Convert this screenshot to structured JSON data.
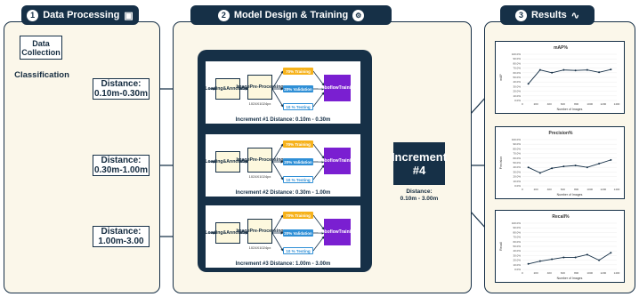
{
  "sections": {
    "data_processing": {
      "number": "1",
      "title": "Data Processing",
      "icon": "camera-icon"
    },
    "model": {
      "number": "2",
      "title": "Model Design & Training",
      "icon": "roboflow-icon"
    },
    "results": {
      "number": "3",
      "title": "Results",
      "icon": "chart-icon"
    }
  },
  "data_collection": {
    "line1": "Data",
    "line2": "Collection"
  },
  "classification": "Classification",
  "distances": [
    {
      "line1": "Distance:",
      "line2": "0.10m-0.30m"
    },
    {
      "line1": "Distance:",
      "line2": "0.30m-1.00m"
    },
    {
      "line1": "Distance:",
      "line2": "1.00m-3.00"
    }
  ],
  "increments": [
    {
      "loading": [
        "Loading",
        "&",
        "Annotation"
      ],
      "preproc": [
        "Image",
        "Pre-",
        "Processing"
      ],
      "resolution": "1024X1024px",
      "train": "70% Training",
      "valid": "20% Validation",
      "test": "10 % Testing",
      "robo": [
        "Roboflow",
        "Training"
      ],
      "caption": "Increment #1 Distance: 0.10m - 0.30m"
    },
    {
      "loading": [
        "Loading",
        "&",
        "Annotation"
      ],
      "preproc": [
        "Image",
        "Pre-",
        "Processing"
      ],
      "resolution": "1024X1024px",
      "train": "70% Training",
      "valid": "20% Validation",
      "test": "10 % Testing",
      "robo": [
        "Roboflow",
        "Training"
      ],
      "caption": "Increment #2 Distance: 0.30m - 1.00m"
    },
    {
      "loading": [
        "Loading",
        "&",
        "Annotation"
      ],
      "preproc": [
        "Image",
        "Pre-",
        "Processing"
      ],
      "resolution": "1024X1024px",
      "train": "70% Training",
      "valid": "20% Validation",
      "test": "10 % Testing",
      "robo": [
        "Roboflow",
        "Training"
      ],
      "caption": "Increment #3 Distance: 1.00m - 3.00m"
    }
  ],
  "increment4": {
    "line1": "Increment",
    "line2": "#4",
    "cap1": "Distance:",
    "cap2": "0.10m - 3.00m"
  },
  "colors": {
    "navy": "#163047",
    "cream": "#fbf7ea",
    "orange": "#f6b21b",
    "blue": "#2f8fd6",
    "purple": "#7a1fd1"
  },
  "chart_data": [
    {
      "type": "line",
      "title": "mAP%",
      "xlabel": "Number of Images",
      "ylabel": "mAP",
      "x": [
        50,
        150,
        250,
        350,
        450,
        550,
        650,
        750
      ],
      "values": [
        36,
        66,
        60,
        66,
        65,
        66,
        61,
        67
      ],
      "xticks": [
        "0",
        "200",
        "400",
        "600",
        "800",
        "1000",
        "1200",
        "1400"
      ],
      "yticks": [
        "0.0%",
        "10.0%",
        "20.0%",
        "30.0%",
        "40.0%",
        "50.0%",
        "60.0%",
        "70.0%",
        "80.0%",
        "90.0%",
        "100.0%"
      ],
      "ylim": [
        0,
        100
      ],
      "xlim": [
        0,
        800
      ]
    },
    {
      "type": "line",
      "title": "Precision%",
      "xlabel": "Number of Images",
      "ylabel": "Precision",
      "x": [
        50,
        150,
        250,
        350,
        450,
        550,
        650,
        750
      ],
      "values": [
        40,
        28,
        38,
        42,
        44,
        40,
        48,
        56
      ],
      "xticks": [
        "0",
        "200",
        "400",
        "600",
        "800",
        "1000",
        "1200",
        "1400"
      ],
      "yticks": [
        "0.0%",
        "10.0%",
        "20.0%",
        "30.0%",
        "40.0%",
        "50.0%",
        "60.0%",
        "70.0%",
        "80.0%",
        "90.0%",
        "100.0%"
      ],
      "ylim": [
        0,
        100
      ],
      "xlim": [
        0,
        800
      ]
    },
    {
      "type": "line",
      "title": "Recall%",
      "xlabel": "Number of Images",
      "ylabel": "Recall",
      "x": [
        50,
        150,
        250,
        350,
        450,
        550,
        650,
        750
      ],
      "values": [
        12,
        18,
        22,
        26,
        26,
        32,
        20,
        36
      ],
      "xticks": [
        "0",
        "200",
        "400",
        "600",
        "800",
        "1000",
        "1200",
        "1400"
      ],
      "yticks": [
        "0.0%",
        "10.0%",
        "20.0%",
        "30.0%",
        "40.0%",
        "50.0%",
        "60.0%",
        "70.0%",
        "80.0%",
        "90.0%",
        "100.0%"
      ],
      "ylim": [
        0,
        100
      ],
      "xlim": [
        0,
        800
      ]
    }
  ]
}
